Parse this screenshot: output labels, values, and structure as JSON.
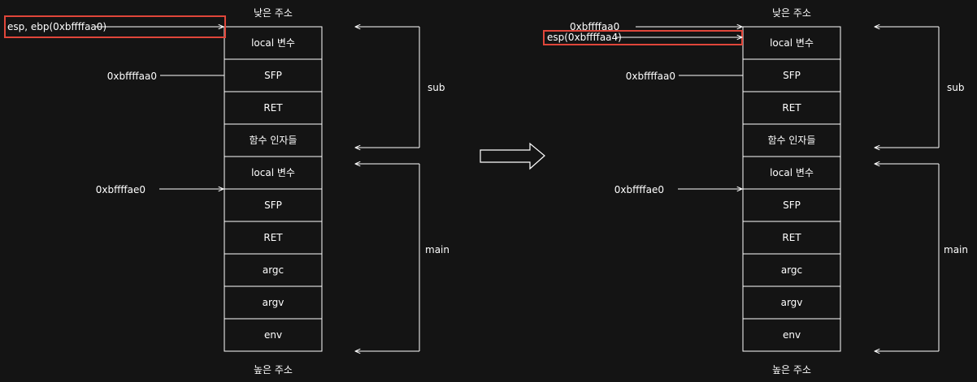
{
  "colors": {
    "background": "#141414",
    "foreground": "#ffffff",
    "highlight": "#e0463a"
  },
  "icons": {
    "transition_arrow": "right-arrow-outline"
  },
  "left": {
    "low_address": "낮은 주소",
    "high_address": "높은 주소",
    "cells": [
      "local 변수",
      "SFP",
      "RET",
      "함수 인자들",
      "local 변수",
      "SFP",
      "RET",
      "argc",
      "argv",
      "env"
    ],
    "highlight_label": "esp, ebp(0xbffffaa0)",
    "addr_sfp_sub": "0xbffffaa0",
    "addr_sfp_main": "0xbffffae0",
    "sub_label": "sub",
    "main_label": "main"
  },
  "right": {
    "low_address": "낮은 주소",
    "high_address": "높은 주소",
    "cells": [
      "local 변수",
      "SFP",
      "RET",
      "함수 인자들",
      "local 변수",
      "SFP",
      "RET",
      "argc",
      "argv",
      "env"
    ],
    "top_address_label": "0xbffffaa0",
    "highlight_label": "esp(0xbffffaa4)",
    "addr_sfp_sub": "0xbffffaa0",
    "addr_sfp_main": "0xbffffae0",
    "sub_label": "sub",
    "main_label": "main"
  }
}
